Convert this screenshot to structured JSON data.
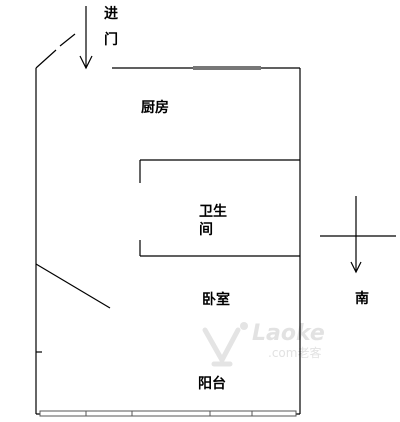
{
  "labels": {
    "entrance_line1": "进",
    "entrance_line2": "门",
    "kitchen": "厨房",
    "bathroom_line1": "卫生",
    "bathroom_line2": "间",
    "bedroom": "卧室",
    "balcony": "阳台",
    "south": "南"
  },
  "watermark": {
    "brand": "Laoke",
    "sub": ".com老客"
  },
  "colors": {
    "wall": "#000000",
    "window": "#777777",
    "background": "#ffffff",
    "watermark": "#e2e2e2"
  }
}
